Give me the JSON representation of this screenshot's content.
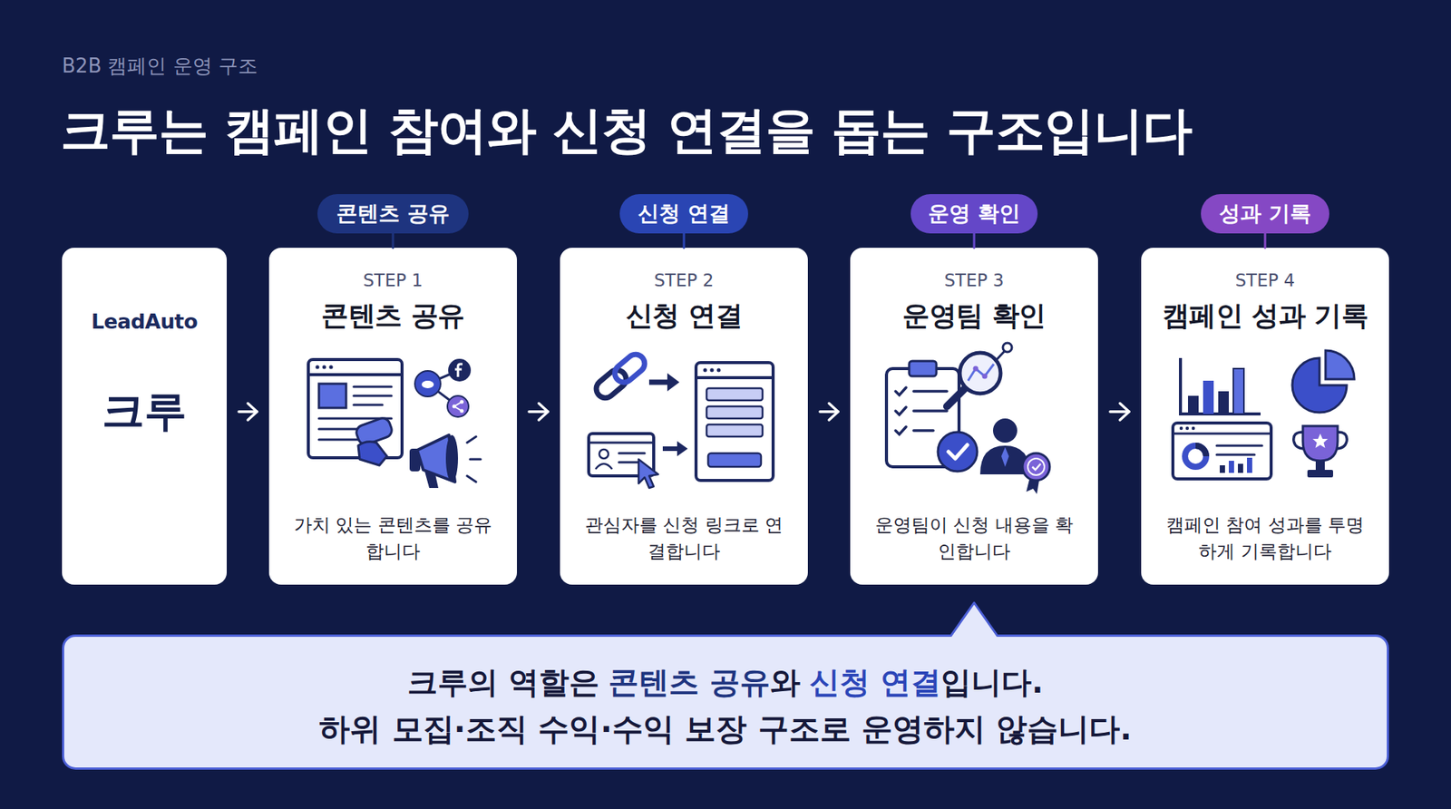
{
  "diagram": {
    "title": "크루는 캠페인 참여와 신청 연결을 돕는 구조입니다",
    "nodes": [
      {
        "text": [
          "LeadAuto",
          "크루"
        ]
      },
      {
        "text": [
          "콘텐츠 공유"
        ]
      },
      {
        "text": [
          "STEP 1",
          "콘텐츠 공유",
          "가치 있는 콘텐츠를 공유합니다"
        ]
      },
      {
        "text": [
          "신청 연결"
        ]
      },
      {
        "text": [
          "STEP 2",
          "신청 연결",
          "관심자를 신청 링크로 연결합니다"
        ]
      },
      {
        "text": [
          "운영 확인"
        ]
      },
      {
        "text": [
          "STEP 3",
          "운영팀 확인",
          "운영팀이 신청 내용을 확인합니다"
        ]
      },
      {
        "text": [
          "성과 기록"
        ]
      },
      {
        "text": [
          "STEP 4",
          "캠페인 성과 기록",
          "캠페인 참여 성과를 투명하게 기록합니다"
        ]
      },
      {
        "text": [
          "크루의 역할은",
          "콘텐츠 공유",
          "와",
          "신청 연결",
          "입니다.",
          "하위 모집·조직 수익·수익 보장 구조로 운영하지 않습니다."
        ]
      }
    ],
    "edges": [
      {
        "from": 0,
        "to": 2,
        "arrow": "to"
      },
      {
        "from": 2,
        "to": 4,
        "arrow": "to"
      },
      {
        "from": 4,
        "to": 6,
        "arrow": "to"
      },
      {
        "from": 6,
        "to": 8,
        "arrow": "to"
      },
      {
        "from": 1,
        "to": 2,
        "arrow": "none"
      },
      {
        "from": 3,
        "to": 4,
        "arrow": "none"
      },
      {
        "from": 5,
        "to": 6,
        "arrow": "none"
      },
      {
        "from": 7,
        "to": 8,
        "arrow": "none"
      }
    ],
    "labels": [
      "B2B 캠페인 운영 구조"
    ]
  }
}
